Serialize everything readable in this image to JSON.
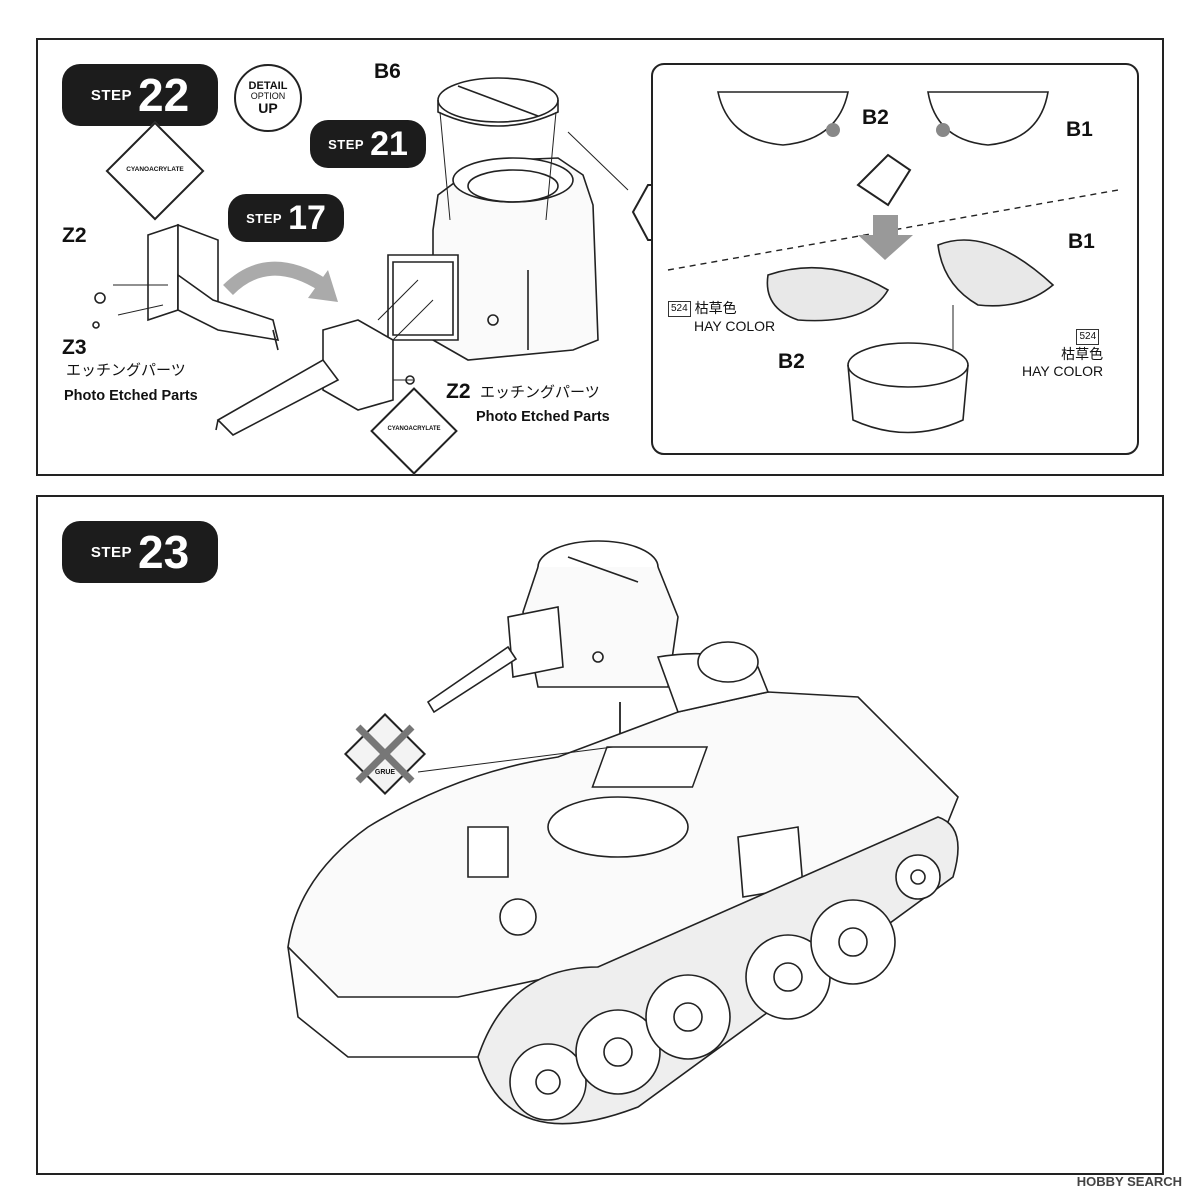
{
  "step22": {
    "badge_word": "STEP",
    "badge_number": "22",
    "detail_badge": [
      "DETAIL",
      "OPTION",
      "UP"
    ],
    "ref_step21": {
      "word": "STEP",
      "number": "21"
    },
    "ref_step17": {
      "word": "STEP",
      "number": "17"
    },
    "parts": {
      "b6": "B6",
      "z2_left": "Z2",
      "z3": "Z3",
      "z2_right": "Z2",
      "b2_top": "B2",
      "b1_top": "B1",
      "b1_right": "B1",
      "b2_left": "B2"
    },
    "etched_jp": "エッチングパーツ",
    "etched_en": "Photo Etched Parts",
    "cyanoacrylate": "CYANOACRYLATE",
    "paint_code": "524",
    "paint_jp": "枯草色",
    "paint_en": "HAY COLOR"
  },
  "step23": {
    "badge_word": "STEP",
    "badge_number": "23",
    "glue": "GRUE"
  },
  "watermark": "HOBBY SEARCH"
}
